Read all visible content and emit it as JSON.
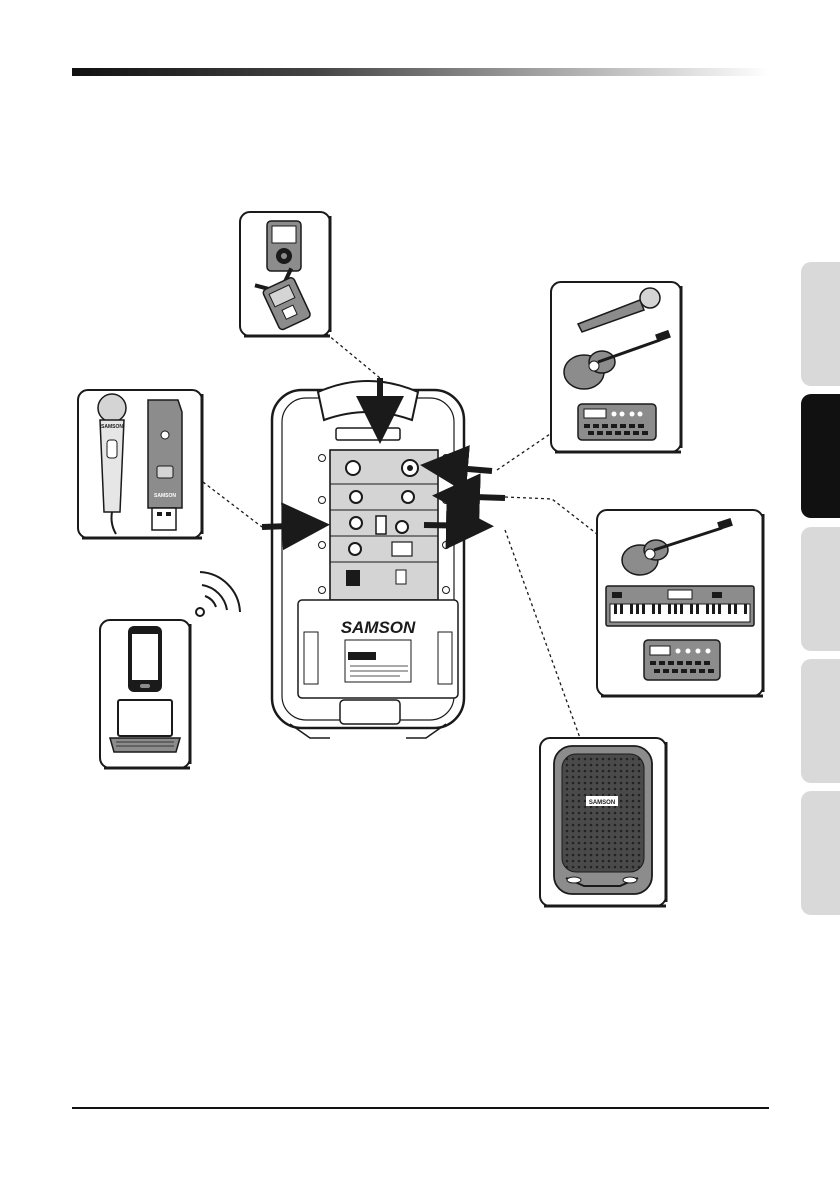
{
  "brand": {
    "speaker_logo": "SAMSON",
    "mic_logo": "SAMSON",
    "receiver_logo": "SAMSON",
    "small_speaker_logo": "SAMSON"
  },
  "side_tabs": {
    "count": 5,
    "active_index": 1
  },
  "colors": {
    "ink": "#1a1a1a",
    "panel": "#d4d4d4",
    "device_gray": "#8c8c8c",
    "light_gray": "#e6e6e6",
    "tab_inactive": "#d9d9d9",
    "tab_active": "#111111"
  },
  "icons": [
    "media-player-icon",
    "handheld-recorder-icon",
    "wireless-microphone-icon",
    "usb-receiver-icon",
    "smartphone-icon",
    "laptop-icon",
    "bluetooth-waves-icon",
    "microphone-icon",
    "acoustic-guitar-icon",
    "drum-machine-icon",
    "keyboard-icon",
    "speaker-icon"
  ]
}
